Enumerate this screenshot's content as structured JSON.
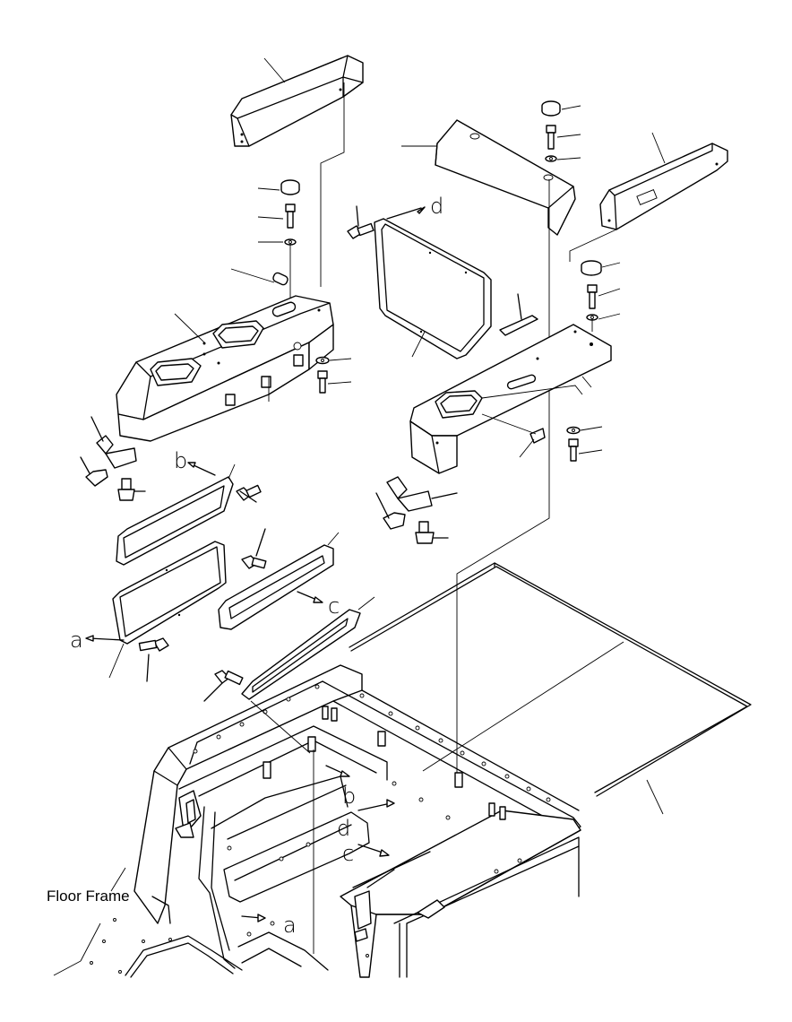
{
  "labels": {
    "floor_frame": "Floor Frame",
    "a": "a",
    "b": "b",
    "c": "c",
    "d": "d"
  },
  "colors": {
    "line": "#000000",
    "background": "#ffffff"
  }
}
